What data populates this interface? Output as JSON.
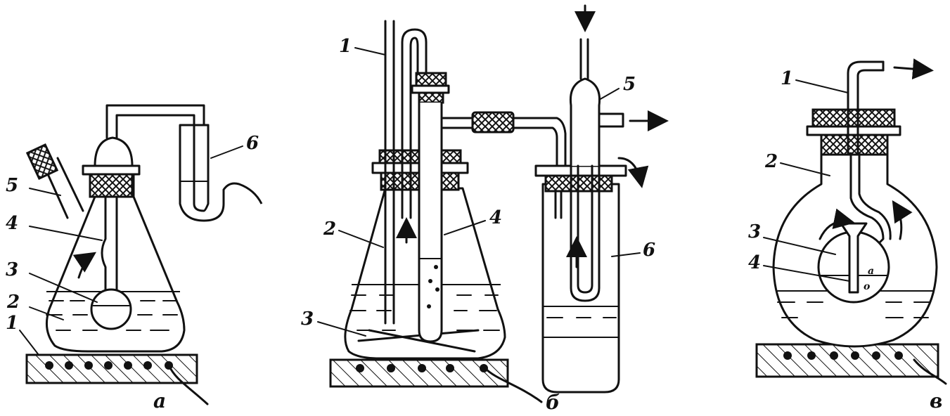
{
  "figure": {
    "panels": [
      {
        "caption": "а",
        "labels": [
          "1",
          "2",
          "3",
          "4",
          "5",
          "6"
        ]
      },
      {
        "caption": "б",
        "labels": [
          "1",
          "2",
          "3",
          "4",
          "5",
          "6"
        ]
      },
      {
        "caption": "в",
        "labels": [
          "1",
          "2",
          "3",
          "4"
        ]
      }
    ]
  }
}
